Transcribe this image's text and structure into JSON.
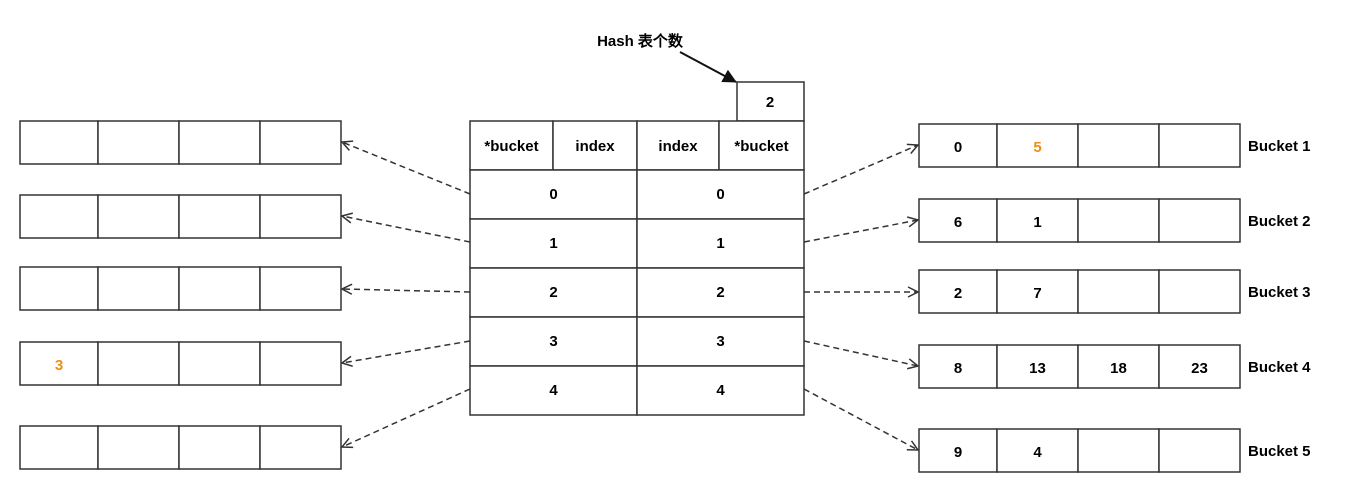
{
  "title": "Hash 表个数",
  "hash_count": "2",
  "table": {
    "headers": [
      "*bucket",
      "index",
      "index",
      "*bucket"
    ],
    "rows": [
      [
        "0",
        "0"
      ],
      [
        "1",
        "1"
      ],
      [
        "2",
        "2"
      ],
      [
        "3",
        "3"
      ],
      [
        "4",
        "4"
      ]
    ]
  },
  "left_buckets": [
    [
      "",
      "",
      "",
      ""
    ],
    [
      "",
      "",
      "",
      ""
    ],
    [
      "",
      "",
      "",
      ""
    ],
    [
      "3",
      "",
      "",
      ""
    ],
    [
      "",
      "",
      "",
      ""
    ]
  ],
  "left_highlight": [
    [
      3,
      0
    ]
  ],
  "right_buckets": [
    {
      "label": "Bucket 1",
      "cells": [
        "0",
        "5",
        "",
        ""
      ]
    },
    {
      "label": "Bucket 2",
      "cells": [
        "6",
        "1",
        "",
        ""
      ]
    },
    {
      "label": "Bucket 3",
      "cells": [
        "2",
        "7",
        "",
        ""
      ]
    },
    {
      "label": "Bucket 4",
      "cells": [
        "8",
        "13",
        "18",
        "23"
      ]
    },
    {
      "label": "Bucket 5",
      "cells": [
        "9",
        "4",
        "",
        ""
      ]
    }
  ],
  "right_highlight": [
    [
      0,
      1
    ]
  ],
  "colors": {
    "stroke": "#333333",
    "highlight": "#E8901A",
    "text": "#000000"
  }
}
